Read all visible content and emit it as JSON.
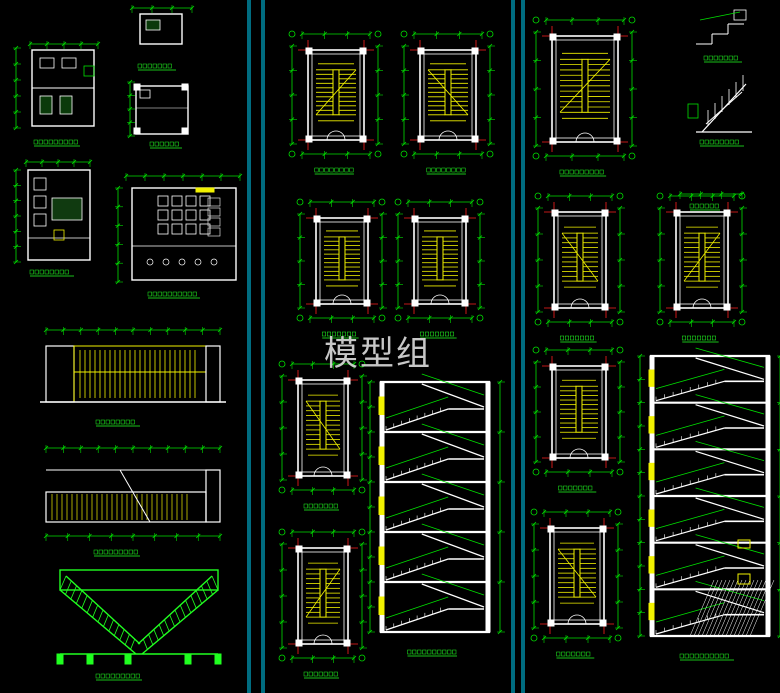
{
  "watermark": "模型组",
  "colors": {
    "background": "#000000",
    "wall": "#ffffff",
    "stair": "#f2f200",
    "dimension": "#00e000",
    "axis": "#ff2020",
    "frame": "#00d8ff",
    "label": "#20ff20",
    "fill": "#c89b00"
  },
  "drawings": [
    {
      "id": "toilet-plan-1",
      "kind": "plan",
      "label_readable": false
    },
    {
      "id": "toilet-plan-2",
      "kind": "plan",
      "label_readable": false
    },
    {
      "id": "toilet-plan-3",
      "kind": "plan",
      "label_readable": false
    },
    {
      "id": "toilet-plan-4",
      "kind": "plan",
      "label_readable": false
    },
    {
      "id": "stair-elevation-1",
      "kind": "elevation",
      "label_readable": false
    },
    {
      "id": "stair-elevation-2",
      "kind": "elevation",
      "label_readable": false
    },
    {
      "id": "stair-3d-view",
      "kind": "axonometric",
      "label_readable": false
    },
    {
      "id": "stair-plan-a1",
      "kind": "stair-plan",
      "label_readable": false
    },
    {
      "id": "stair-plan-a2",
      "kind": "stair-plan",
      "label_readable": false
    },
    {
      "id": "stair-plan-a3",
      "kind": "stair-plan",
      "label_readable": false
    },
    {
      "id": "stair-plan-a4",
      "kind": "stair-plan",
      "label_readable": false
    },
    {
      "id": "stair-plan-a5",
      "kind": "stair-plan",
      "label_readable": false
    },
    {
      "id": "stair-plan-a6",
      "kind": "stair-plan",
      "label_readable": false
    },
    {
      "id": "stair-section-a",
      "kind": "section",
      "label_readable": false
    },
    {
      "id": "stair-plan-b1",
      "kind": "stair-plan",
      "label_readable": false
    },
    {
      "id": "stair-plan-b2",
      "kind": "stair-plan",
      "label_readable": false
    },
    {
      "id": "stair-plan-b3",
      "kind": "stair-plan",
      "label_readable": false
    },
    {
      "id": "stair-plan-b4",
      "kind": "stair-plan",
      "label_readable": false
    },
    {
      "id": "stair-plan-b5",
      "kind": "stair-plan",
      "label_readable": false
    },
    {
      "id": "railing-detail-1",
      "kind": "detail",
      "label_readable": false
    },
    {
      "id": "railing-detail-2",
      "kind": "detail",
      "label_readable": false
    },
    {
      "id": "stair-section-b",
      "kind": "section",
      "label_readable": false
    }
  ]
}
